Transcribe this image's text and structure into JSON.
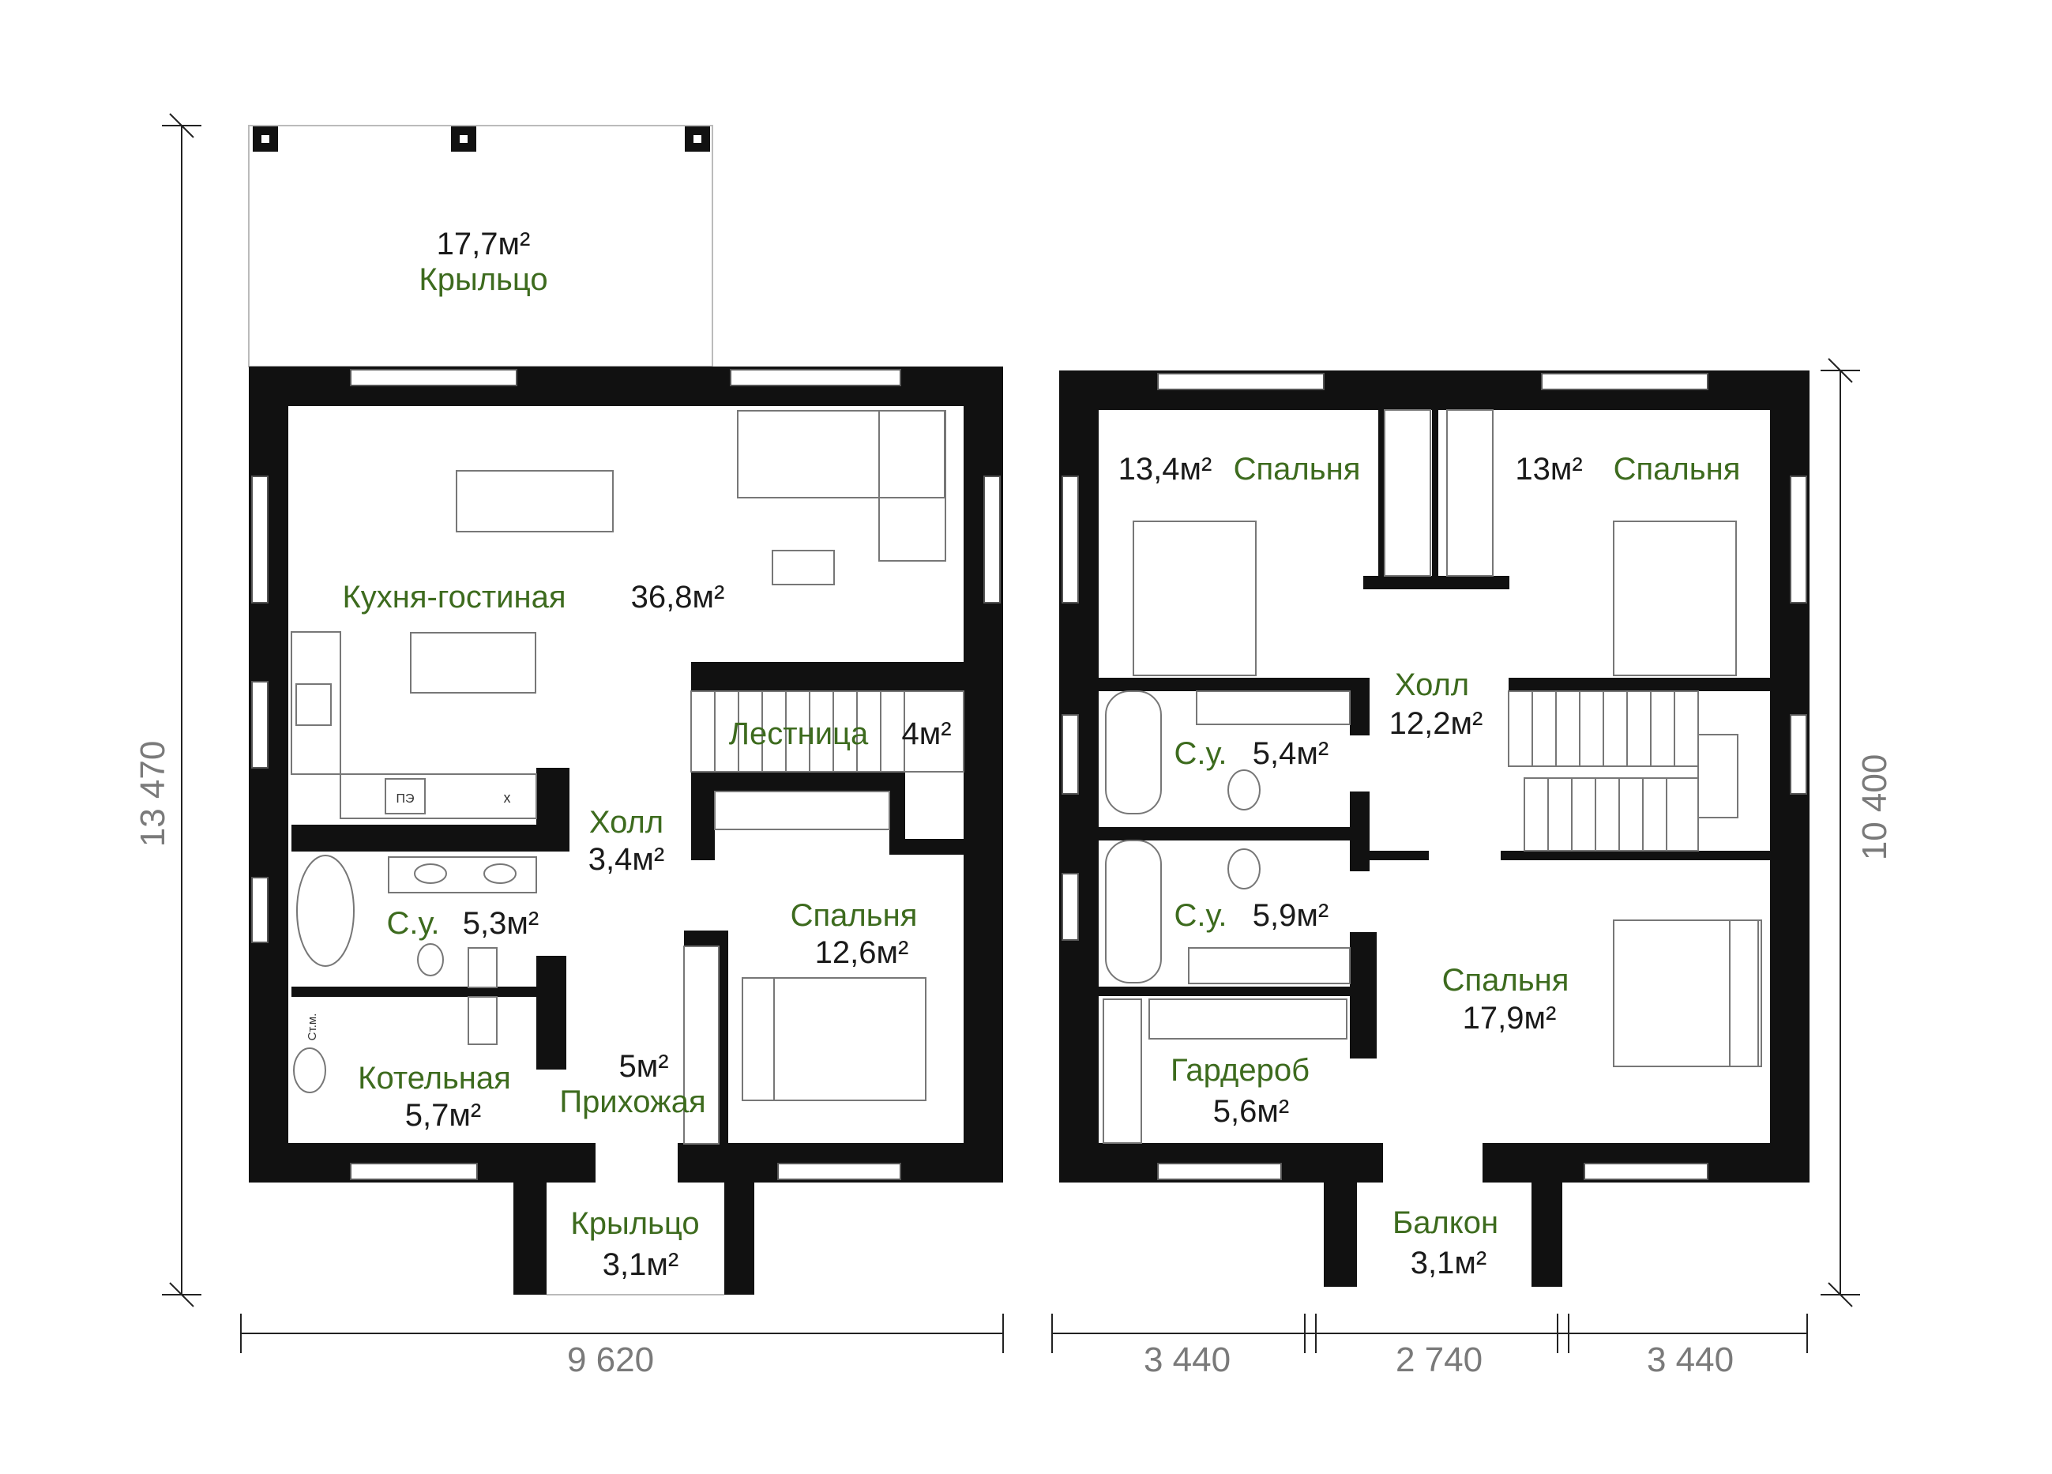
{
  "colors": {
    "label": "#3d6b1e",
    "area": "#1a1a1a",
    "dimension": "#7a7a7a",
    "wall": "#111111"
  },
  "dimensions": {
    "ground_height": "13 470",
    "ground_width": "9 620",
    "upper_height": "10 400",
    "upper_widths": [
      "3 440",
      "2 740",
      "3 440"
    ]
  },
  "ground_floor": {
    "rooms": [
      {
        "name": "Крыльцо",
        "area": "17,7м²"
      },
      {
        "name": "Кухня-гостиная",
        "area": "36,8м²"
      },
      {
        "name": "Лестница",
        "area": "4м²"
      },
      {
        "name": "Холл",
        "area": "3,4м²"
      },
      {
        "name": "С.у.",
        "area": "5,3м²"
      },
      {
        "name": "Спальня",
        "area": "12,6м²"
      },
      {
        "name": "Котельная",
        "area": "5,7м²"
      },
      {
        "name": "Прихожая",
        "area": "5м²"
      },
      {
        "name": "Крыльцо",
        "area": "3,1м²"
      }
    ],
    "fixtures": {
      "stove": "ПЭ",
      "fridge": "х",
      "boiler": "Ст.м."
    }
  },
  "upper_floor": {
    "rooms": [
      {
        "name": "Спальня",
        "area": "13,4м²"
      },
      {
        "name": "Спальня",
        "area": "13м²"
      },
      {
        "name": "Холл",
        "area": "12,2м²"
      },
      {
        "name": "С.у.",
        "area": "5,4м²"
      },
      {
        "name": "С.у.",
        "area": "5,9м²"
      },
      {
        "name": "Спальня",
        "area": "17,9м²"
      },
      {
        "name": "Гардероб",
        "area": "5,6м²"
      },
      {
        "name": "Балкон",
        "area": "3,1м²"
      }
    ]
  }
}
